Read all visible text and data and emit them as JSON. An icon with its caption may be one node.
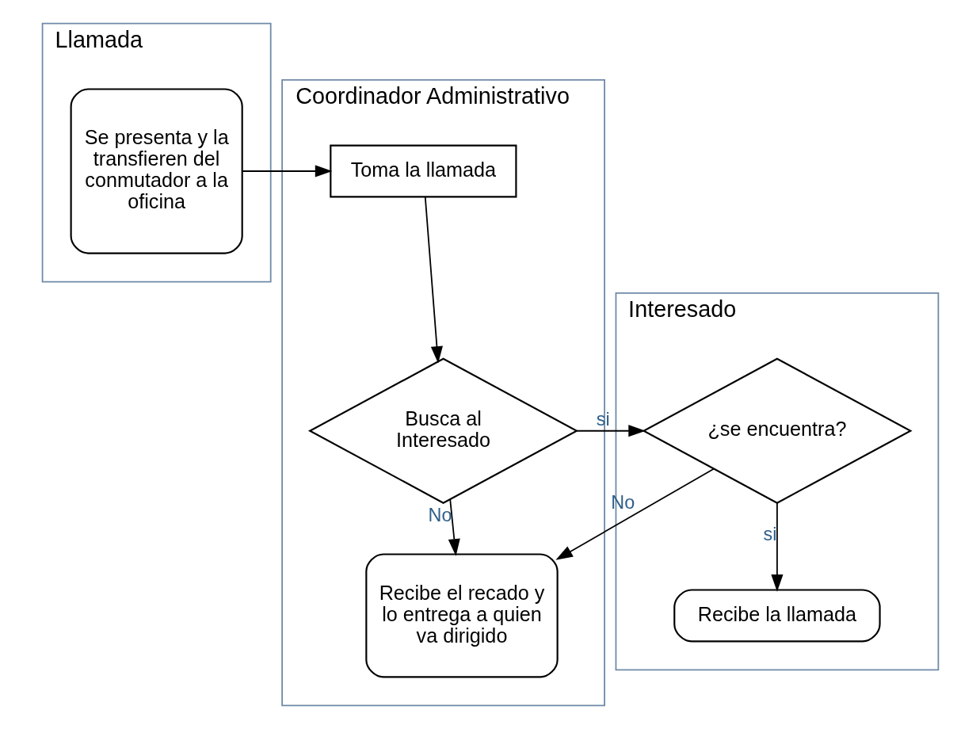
{
  "diagram": {
    "nodes": [
      {
        "text": [
          "Llamada"
        ]
      },
      {
        "text": [
          "Coordinador Administrativo"
        ]
      },
      {
        "text": [
          "Interesado"
        ]
      },
      {
        "text": [
          "Se presenta y la transfieren del conmutador a la oficina"
        ],
        "in": 0
      },
      {
        "text": [
          "Toma la llamada"
        ],
        "in": 1
      },
      {
        "text": [
          "Busca al Interesado"
        ],
        "in": 1
      },
      {
        "text": [
          "Recibe el recado y lo entrega a quien va dirigido"
        ],
        "in": 1
      },
      {
        "text": [
          "¿se encuentra?"
        ],
        "in": 2
      },
      {
        "text": [
          "Recibe la llamada"
        ],
        "in": 2
      }
    ],
    "edges": [
      {
        "from": 3,
        "to": 4,
        "arrow": "to"
      },
      {
        "from": 4,
        "to": 5,
        "arrow": "to"
      },
      {
        "from": 5,
        "to": 6,
        "arrow": "to",
        "label": "No"
      },
      {
        "from": 5,
        "to": 7,
        "arrow": "to",
        "label": "si"
      },
      {
        "from": 7,
        "to": 6,
        "arrow": "to",
        "label": "No"
      },
      {
        "from": 7,
        "to": 8,
        "arrow": "to",
        "label": "si"
      }
    ]
  }
}
